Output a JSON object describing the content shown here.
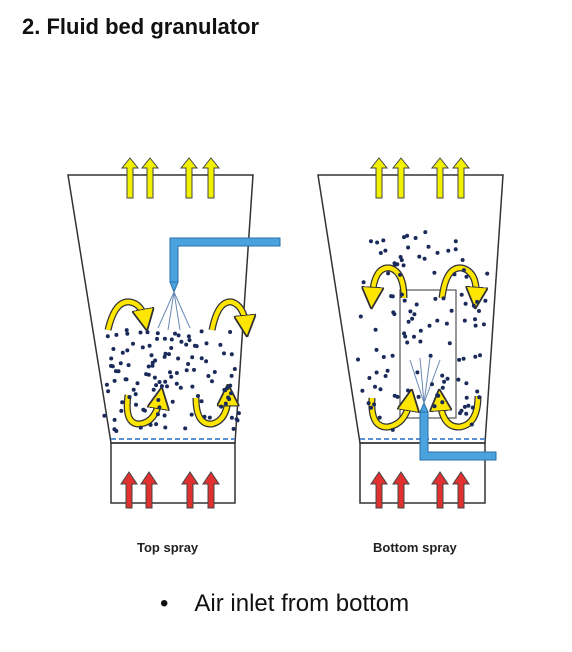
{
  "title": "2. Fluid bed granulator",
  "captions": {
    "top_spray": "Top spray",
    "bottom_spray": "Bottom spray"
  },
  "bullet": {
    "marker": "•",
    "text": "Air inlet from bottom"
  },
  "colors": {
    "outlet_arrow": "#f2f200",
    "inlet_arrow": "#e03030",
    "circulation_arrow": "#ffe600",
    "nozzle": "#4aa3df",
    "distributor_plate": "#5b8fd6",
    "particle": "#1a2a5a",
    "vessel_outline": "#333333"
  },
  "icons": [
    "yellow-up-arrow-icon",
    "red-up-arrow-icon",
    "curved-arrow-icon",
    "spray-nozzle-icon"
  ]
}
